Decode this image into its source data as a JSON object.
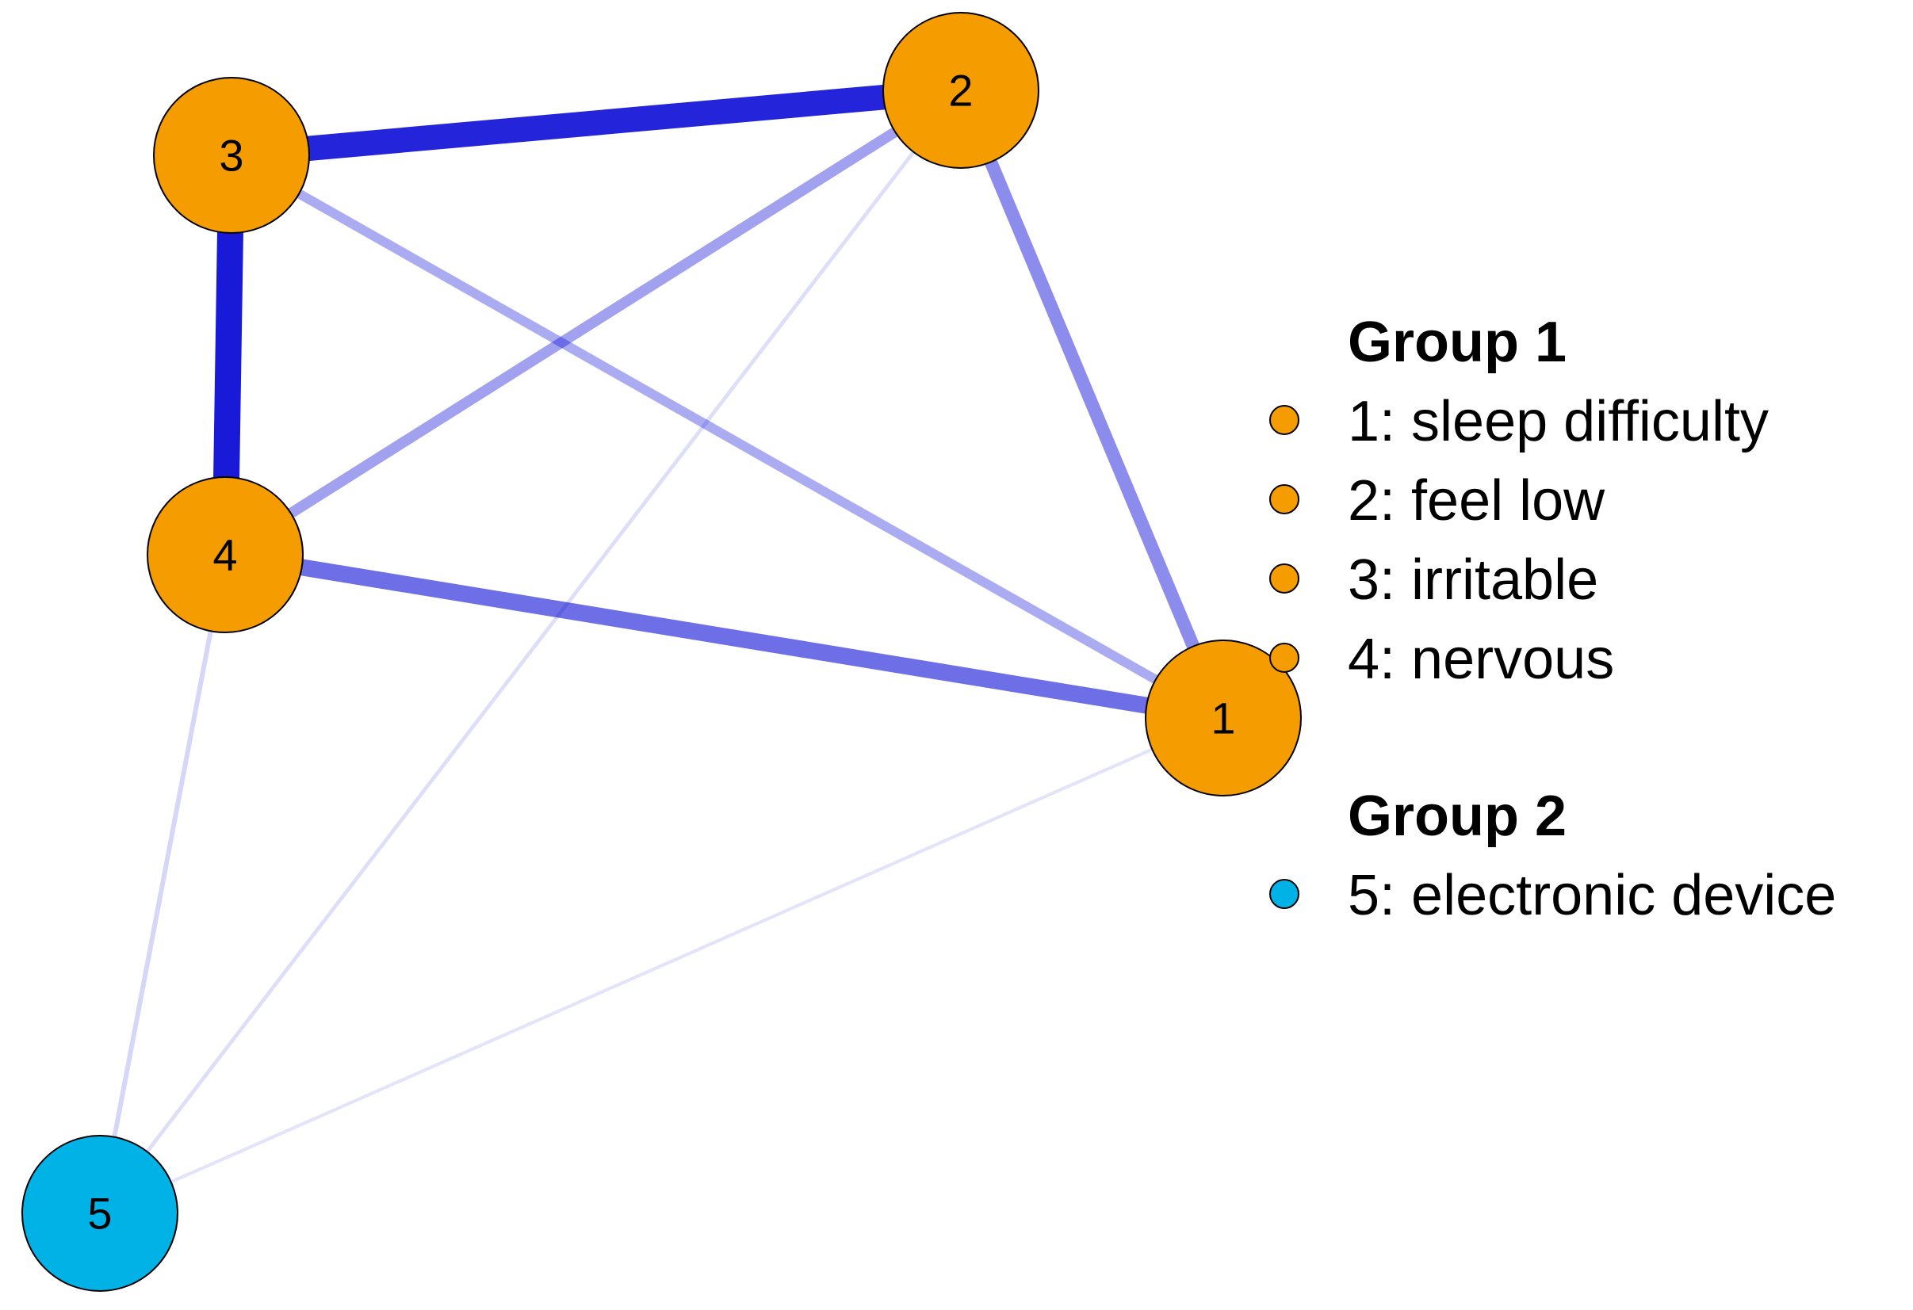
{
  "network": {
    "nodes": [
      {
        "id": "1",
        "label": "1",
        "group": "Group 1"
      },
      {
        "id": "2",
        "label": "2",
        "group": "Group 1"
      },
      {
        "id": "3",
        "label": "3",
        "group": "Group 1"
      },
      {
        "id": "4",
        "label": "4",
        "group": "Group 1"
      },
      {
        "id": "5",
        "label": "5",
        "group": "Group 2"
      }
    ],
    "edges": [
      {
        "from": "3",
        "to": "2",
        "weight": 0.95
      },
      {
        "from": "3",
        "to": "4",
        "weight": 1.0
      },
      {
        "from": "4",
        "to": "1",
        "weight": 0.6
      },
      {
        "from": "2",
        "to": "1",
        "weight": 0.45
      },
      {
        "from": "4",
        "to": "2",
        "weight": 0.35
      },
      {
        "from": "3",
        "to": "1",
        "weight": 0.3
      },
      {
        "from": "2",
        "to": "5",
        "weight": 0.06
      },
      {
        "from": "4",
        "to": "5",
        "weight": 0.1
      },
      {
        "from": "1",
        "to": "5",
        "weight": 0.04
      }
    ],
    "edge_color": "#0000d4",
    "node_border_color": "#000000"
  },
  "legend": {
    "groups": [
      {
        "title": "Group 1",
        "color": "#f59d00",
        "items": [
          "1: sleep difficulty",
          "2: feel low",
          "3: irritable",
          "4: nervous"
        ]
      },
      {
        "title": "Group 2",
        "color": "#00b2e5",
        "items": [
          "5: electronic device"
        ]
      }
    ]
  }
}
